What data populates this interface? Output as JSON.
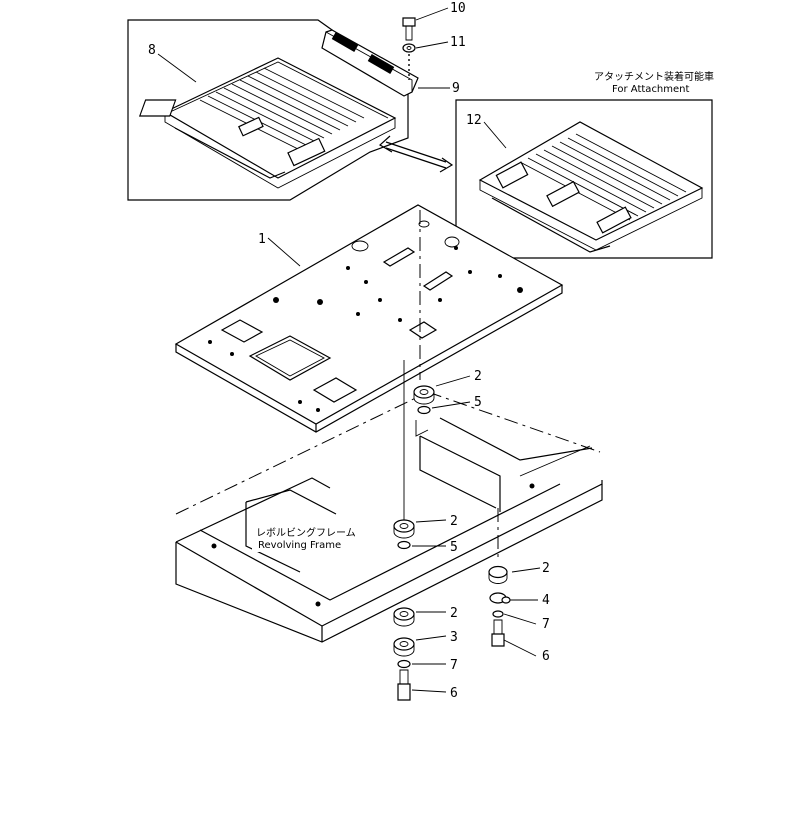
{
  "callouts": {
    "p1": "1",
    "p2a": "2",
    "p2b": "2",
    "p2c": "2",
    "p2d": "2",
    "p3": "3",
    "p4": "4",
    "p5a": "5",
    "p5b": "5",
    "p6a": "6",
    "p6b": "6",
    "p7a": "7",
    "p7b": "7",
    "p8": "8",
    "p9": "9",
    "p10": "10",
    "p11": "11",
    "p12": "12"
  },
  "captions": {
    "attachment_jp": "アタッチメント装着可能車",
    "attachment_en": "For Attachment",
    "frame_jp": "レボルビングフレーム",
    "frame_en": "Revolving Frame"
  }
}
